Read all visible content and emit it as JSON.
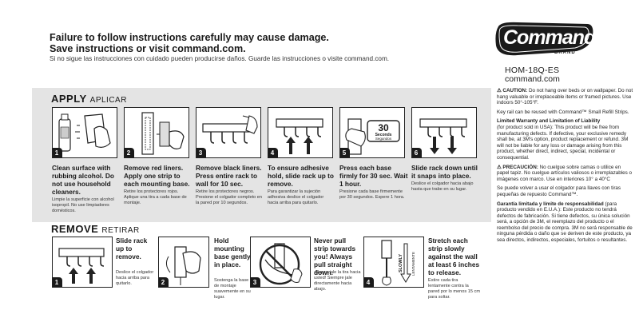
{
  "header": {
    "warning_line1": "Failure to follow instructions carefully may cause damage.",
    "warning_line2": "Save instructions or visit command.com.",
    "warning_es": "Si no sigue las instrucciones con cuidado pueden producirse daños. Guarde las instrucciones o visite command.com."
  },
  "logo": {
    "text": "Command",
    "brand": "BRAND",
    "tm": "™"
  },
  "sku": "HOM-18Q-ES",
  "website": "command.com",
  "apply": {
    "title": "APPLY",
    "subtitle": "APLICAR",
    "steps": [
      {
        "num": "1",
        "text": "Clean surface with rubbing alcohol. Do not use household cleaners.",
        "es": "Limpie la superficie con alcohol isopropil. No use limpiadores domésticos."
      },
      {
        "num": "2",
        "text": "Remove red liners. Apply one strip to each mounting base.",
        "es": "Retire los protectores rojos. Aplique una tira a cada base de montaje."
      },
      {
        "num": "3",
        "text": "Remove black liners. Press entire rack to wall for 10 sec.",
        "es": "Retire los protectores negros. Presione el colgador completo en la pared por 10 segundos."
      },
      {
        "num": "4",
        "text": "To ensure adhesive hold, slide rack up to remove.",
        "es": "Para garantizar la sujeción adhesiva deslice el colgador hacia arriba para quitarlo."
      },
      {
        "num": "5",
        "text": "Press each base firmly for 30 sec. Wait 1 hour.",
        "es": "Presione cada base firmemente por 30 segundos. Espere 1 hora.",
        "timer_num": "30",
        "timer_label": "Seconds",
        "timer_label_es": "Segundos"
      },
      {
        "num": "6",
        "text": "Slide rack down until it snaps into place.",
        "es": "Deslice el colgador hacia abajo hasta que trabe en su lugar."
      }
    ]
  },
  "remove": {
    "title": "REMOVE",
    "subtitle": "RETIRAR",
    "steps": [
      {
        "num": "1",
        "text": "Slide rack up to remove.",
        "es": "Deslice el colgador hacia arriba para quitarlo."
      },
      {
        "num": "2",
        "text": "Hold mounting base gently in place.",
        "es": "Sostenga la base de montaje suavemente en su lugar."
      },
      {
        "num": "3",
        "text": "Never pull strip towards you! Always pull straight down.",
        "es": "¡Nunca jale la tira hacia usted! Siempre jale directamente hacia abajo."
      },
      {
        "num": "4",
        "text": "Stretch each strip slowly against the wall at least 6 inches to release.",
        "es": "Estire cada tira lentamente contra la pared por lo menos 15 cm para soltar.",
        "slowly_en": "SLOWLY",
        "slowly_es": "LENTAMENTE"
      }
    ]
  },
  "right_col": {
    "caution_title": "CAUTION:",
    "caution_text": "Do not hang over beds or on wallpaper. Do not hang valuable or irreplaceable items or framed pictures. Use indoors 50°-105°F.",
    "refill": "Key rail can be reused with Command™ Small Refill Strips.",
    "warranty_title": "Limited Warranty and Limitation of Liability",
    "warranty_text": "(for product sold in USA): This product will be free from manufacturing defects. If defective, your exclusive remedy shall be, at 3M's option, product replacement or refund. 3M will not be liable for any loss or damage arising from this product, whether direct, indirect, special, incidental or consequential.",
    "precaucion_title": "PRECAUCIÓN:",
    "precaucion_text": "No cuelgue sobre camas o utilice en papel tapiz. No cuelgue artículos valiosos o irremplazables o imágenes con marco. Use en interiores 10° a 40°C",
    "refill_es": "Se puede volver a usar el colgador para llaves con tiras pequeñas de repuesto Command™.",
    "garantia_title": "Garantía limitada y límite de responsabilidad",
    "garantia_text": "(para producto vendido en E.U.A.): Este producto no tendrá defectos de fabricación. Si tiene defectos, su única solución será, a opción de 3M, el reemplazo del producto o el reembolso del precio de compra. 3M no será responsable de ninguna pérdida o daño que se deriven de este producto, ya sea directos, indirectos, especiales, fortuitos o resultantes."
  }
}
